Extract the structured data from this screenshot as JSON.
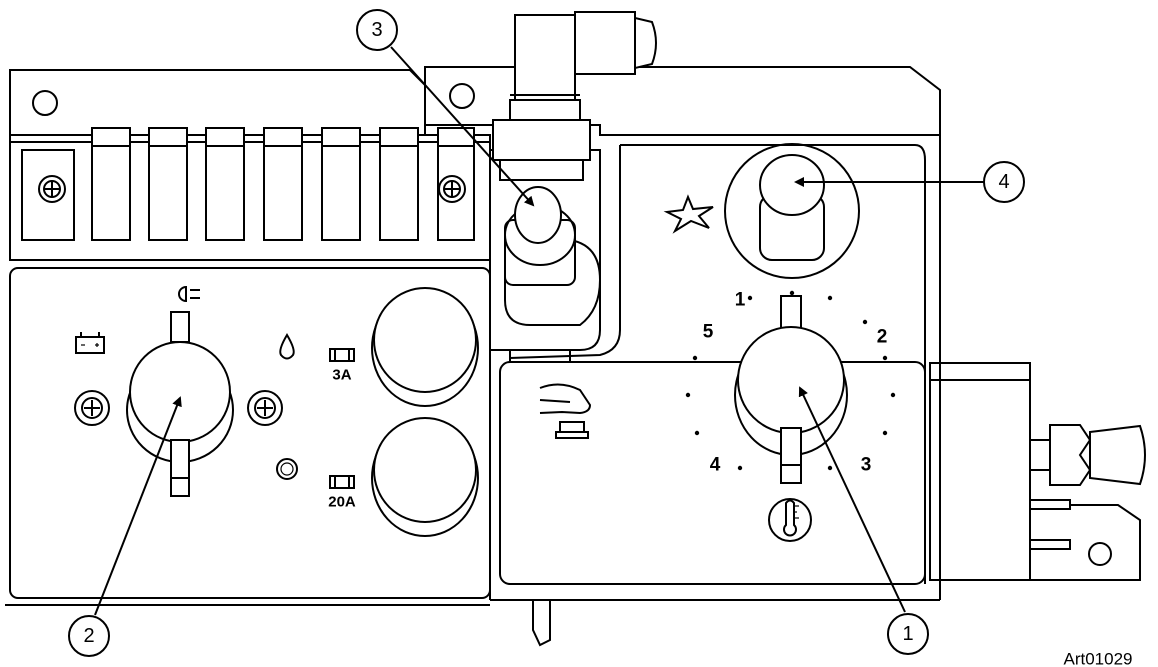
{
  "callouts": [
    {
      "id": "1",
      "label": "1"
    },
    {
      "id": "2",
      "label": "2"
    },
    {
      "id": "3",
      "label": "3"
    },
    {
      "id": "4",
      "label": "4"
    }
  ],
  "dial": {
    "numbers": [
      "1",
      "2",
      "3",
      "4",
      "5"
    ]
  },
  "fuses": {
    "small": "3A",
    "large": "20A"
  },
  "art_code": "Art01029"
}
